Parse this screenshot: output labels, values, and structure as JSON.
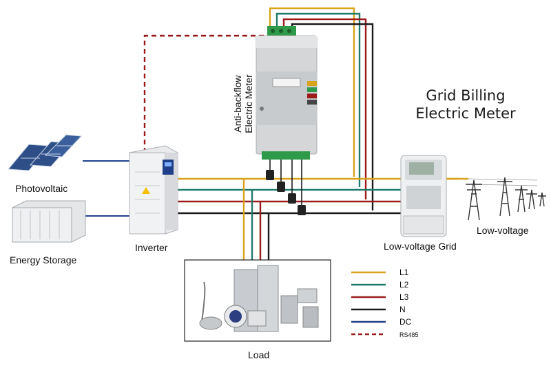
{
  "labels": {
    "photovoltaic": "Photovoltaic",
    "energy_storage": "Energy Storage",
    "inverter": "Inverter",
    "anti_backflow_line1": "Anti-backflow",
    "anti_backflow_line2": "Electric Meter",
    "grid_billing_line1": "Grid Billing",
    "grid_billing_line2": "Electric Meter",
    "low_voltage_grid": "Low-voltage Grid",
    "low_voltage": "Low-voltage",
    "load": "Load"
  },
  "legend": [
    {
      "label": "L1",
      "color": "#d9a21b",
      "style": "solid"
    },
    {
      "label": "L2",
      "color": "#1f7a6b",
      "style": "solid"
    },
    {
      "label": "L3",
      "color": "#9b1b1b",
      "style": "solid"
    },
    {
      "label": "N",
      "color": "#1a1a1a",
      "style": "solid"
    },
    {
      "label": "DC",
      "color": "#1f3f8a",
      "style": "solid"
    },
    {
      "label": "RS485",
      "color": "#9b1b1b",
      "style": "dashed"
    }
  ],
  "colors": {
    "L1": "#d9a21b",
    "L2": "#1f7a6b",
    "L3": "#9b1b1b",
    "N": "#1a1a1a",
    "DC": "#1f3f8a",
    "RS485": "#9b1b1b"
  }
}
